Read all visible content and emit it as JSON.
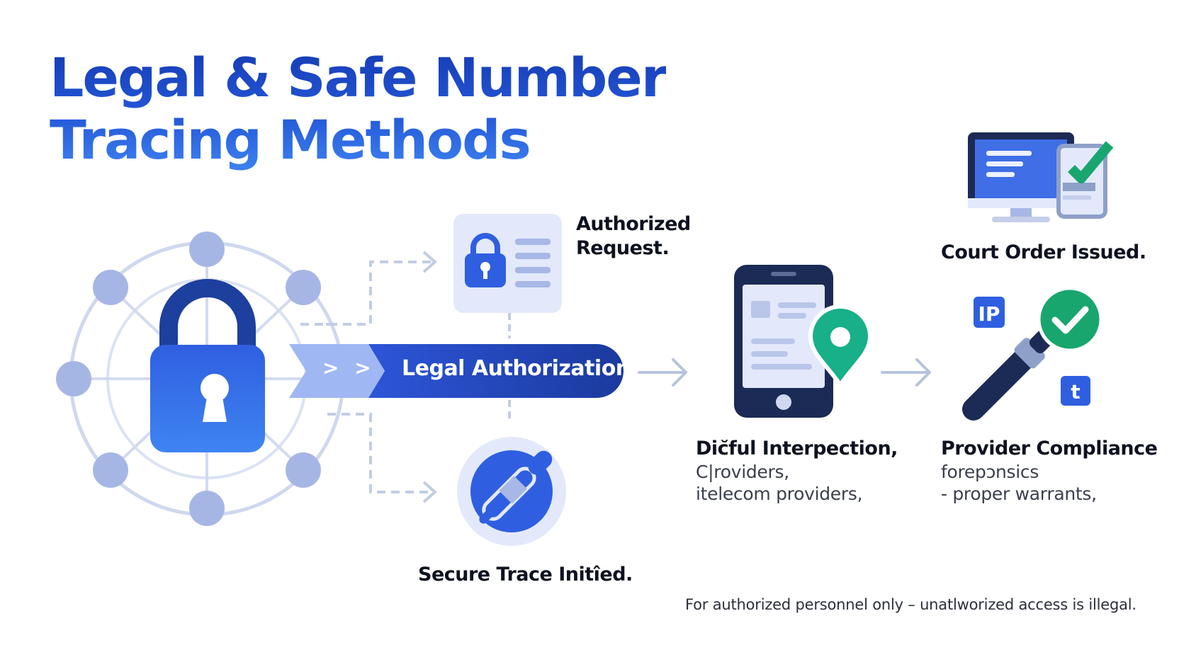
{
  "title": {
    "line1": "Legal & Safe Number",
    "line2": "Tracing Methods"
  },
  "center": {
    "label": "Legal Authorization",
    "chevrons": "> >"
  },
  "steps": {
    "authorized_request": {
      "line1": "Authorized",
      "line2": "Request."
    },
    "secure_trace": "Secure Trace Initîed.",
    "court_order": "Court Order Issued.",
    "lawful_interception": {
      "title": "Diс̆ful Interpection,",
      "line1": "C|roviders,",
      "line2": "itelecom providers,"
    },
    "provider_compliance": {
      "title": "Provider Compliance",
      "line1": "forepɔnsics",
      "line2": "- proper warrants,"
    }
  },
  "badges": {
    "ip": "IP",
    "t": "t"
  },
  "footnote": "For authorized personnel only – unatlworized access is illegal.",
  "colors": {
    "primary_blue": "#2f5fe0",
    "dark_navy": "#1c2b55",
    "light_blue": "#a7b8e6",
    "pale_blue": "#e3e9fb",
    "teal": "#17b088",
    "green_check": "#19a66e",
    "arrow_gray": "#b8c4dc"
  },
  "icons": {
    "network_lock": "lock-network-icon",
    "document_lock": "document-lock-icon",
    "probe": "probe-icon",
    "phone_pin": "phone-location-icon",
    "computer_check": "computer-check-icon",
    "probe_check": "probe-check-icon"
  }
}
